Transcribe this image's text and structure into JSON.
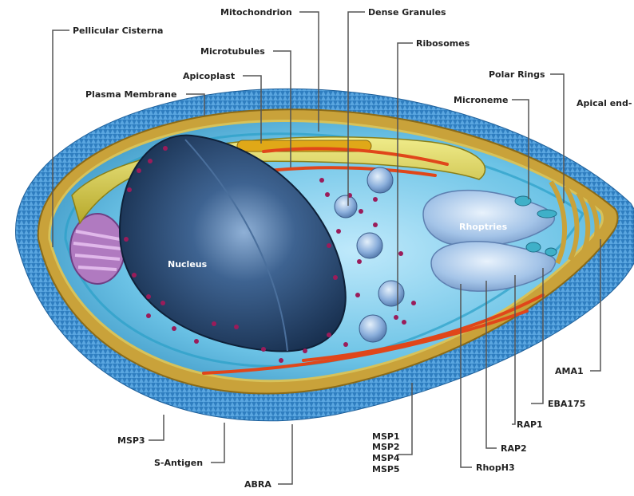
{
  "diagram": {
    "labels": {
      "pellicular_cisterna": "Pellicular Cisterna",
      "mitochondrion": "Mitochondrion",
      "dense_granules": "Dense Granules",
      "ribosomes": "Ribosomes",
      "microtubules": "Microtubules",
      "apicoplast": "Apicoplast",
      "plasma_membrane": "Plasma Membrane",
      "polar_rings": "Polar Rings",
      "microneme": "Microneme",
      "apical_end": "Apical end-",
      "nucleus": "Nucleus",
      "rhoptries": "Rhoptries",
      "ama1": "AMA1",
      "eba175": "EBA175",
      "rap1": "RAP1",
      "rap2": "RAP2",
      "rhoph3": "RhopH3",
      "msp3": "MSP3",
      "s_antigen": "S-Antigen",
      "abra": "ABRA",
      "msp1": "MSP1",
      "msp2": "MSP2",
      "msp4": "MSP4",
      "msp5": "MSP5"
    },
    "colors": {
      "surface_spikes": "#3a86c8",
      "outer_membrane": "#c9a23a",
      "cytoplasm": "#5cb8e0",
      "nucleus": "#1f3f66",
      "mitochondrion": "#d8d040",
      "microtubules": "#e0461a",
      "rhoptries": "#a9c9ec",
      "apicoplast": "#b07ac0",
      "ribosomes": "#9a1c5a",
      "leader_lines": "#555555"
    }
  }
}
